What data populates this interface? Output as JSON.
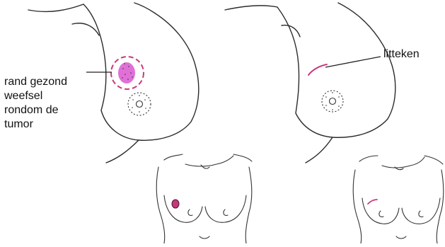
{
  "labels": {
    "left": [
      "rand gezond",
      "weefsel",
      "rondom de",
      "tumor"
    ],
    "right": "litteken"
  },
  "colors": {
    "tumor": "#e070d8",
    "tumor_small": "#c03a7a",
    "margin_ring": "#c83a78",
    "scar": "#c8387a",
    "ink": "#2b2b2b"
  }
}
